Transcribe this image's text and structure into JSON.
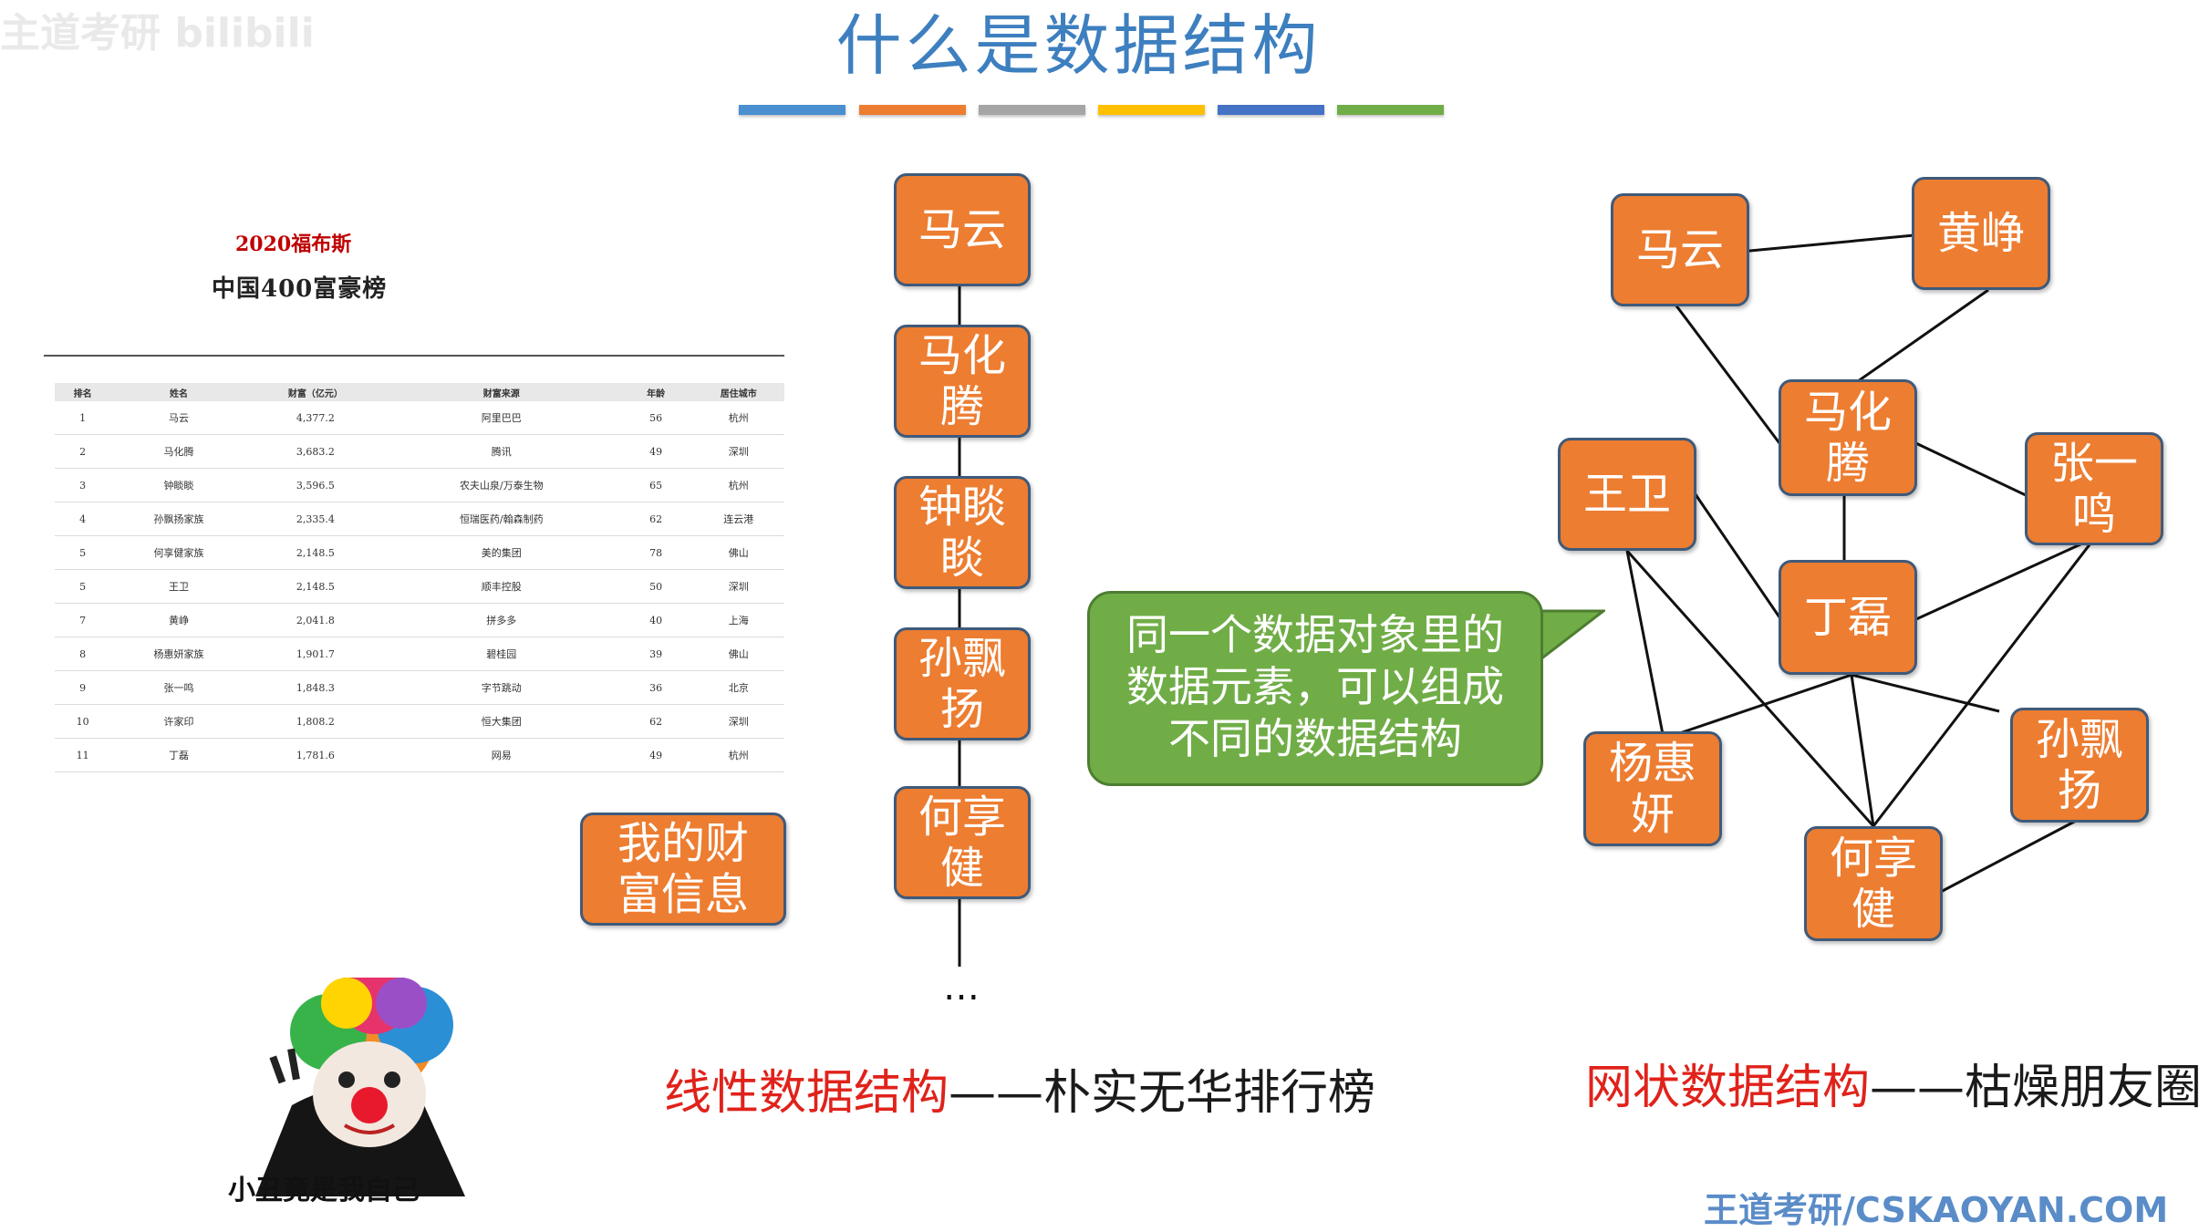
{
  "watermark": "主道考研 bilibili",
  "title": "什么是数据结构",
  "color_bars": [
    "#4a8fd0",
    "#ed7d31",
    "#a5a5a5",
    "#ffc000",
    "#4472c4",
    "#70ad47"
  ],
  "ranking": {
    "red_title": "2020福布斯",
    "title": "中国400富豪榜",
    "columns": [
      "排名",
      "姓名",
      "财富（亿元）",
      "财富来源",
      "年龄",
      "居住城市"
    ],
    "rows": [
      [
        "1",
        "马云",
        "4,377.2",
        "阿里巴巴",
        "56",
        "杭州"
      ],
      [
        "2",
        "马化腾",
        "3,683.2",
        "腾讯",
        "49",
        "深圳"
      ],
      [
        "3",
        "钟睒睒",
        "3,596.5",
        "农夫山泉/万泰生物",
        "65",
        "杭州"
      ],
      [
        "4",
        "孙飘扬家族",
        "2,335.4",
        "恒瑞医药/翰森制药",
        "62",
        "连云港"
      ],
      [
        "5",
        "何享健家族",
        "2,148.5",
        "美的集团",
        "78",
        "佛山"
      ],
      [
        "5",
        "王卫",
        "2,148.5",
        "顺丰控股",
        "50",
        "深圳"
      ],
      [
        "7",
        "黄峥",
        "2,041.8",
        "拼多多",
        "40",
        "上海"
      ],
      [
        "8",
        "杨惠妍家族",
        "1,901.7",
        "碧桂园",
        "39",
        "佛山"
      ],
      [
        "9",
        "张一鸣",
        "1,848.3",
        "字节跳动",
        "36",
        "北京"
      ],
      [
        "10",
        "许家印",
        "1,808.2",
        "恒大集团",
        "62",
        "深圳"
      ],
      [
        "11",
        "丁磊",
        "1,781.6",
        "网易",
        "49",
        "杭州"
      ]
    ]
  },
  "my_wealth": "我的财富信息",
  "meme_caption": "小丑竟是我自己",
  "linear_chain": [
    "马云",
    "马化腾",
    "钟睒睒",
    "孙飘扬",
    "何享健"
  ],
  "ellipsis": "…",
  "bubble": "同一个数据对象里的数据元素，可以组成不同的数据结构",
  "bubble_lines": [
    "同一个数据对象里的",
    "数据元素，可以组成",
    "不同的数据结构"
  ],
  "network_nodes": [
    "马云",
    "黄峥",
    "马化腾",
    "王卫",
    "张一鸣",
    "丁磊",
    "杨惠妍",
    "孙飘扬",
    "何享健"
  ],
  "linear_caption": {
    "highlight": "线性数据结构",
    "rest": "——朴实无华排行榜"
  },
  "network_caption": {
    "highlight": "网状数据结构",
    "rest": "——枯燥朋友圈"
  },
  "footer": "王道考研/CSKAOYAN.COM"
}
